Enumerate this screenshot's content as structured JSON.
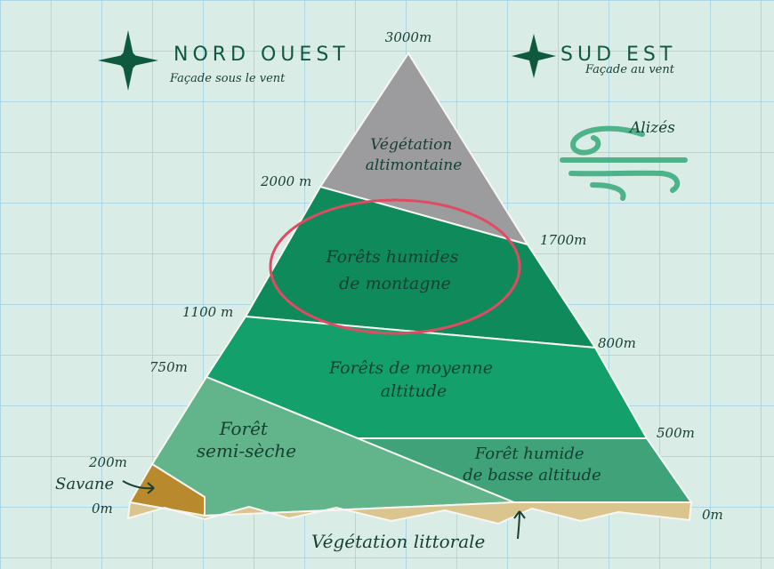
{
  "colors": {
    "background": "#d9ece6",
    "grid": "#9fd0e5",
    "gray_zone": "#9c9b9d",
    "dark_green": "#0f8a5a",
    "mid_green": "#14a06a",
    "light_green": "#62b58a",
    "teal_green": "#3fa279",
    "savanna": "#b98a2d",
    "sand": "#d9c58d",
    "highlight_circle": "#e04b63",
    "wind": "#4fb38a",
    "compass": "#0f5a3f"
  },
  "header": {
    "nw_title": "NORD OUEST",
    "nw_subtitle": "Façade sous le vent",
    "se_title": "SUD EST",
    "se_subtitle": "Façade au vent",
    "wind_label": "Alizés",
    "summit_label": "3000m"
  },
  "altitudes": {
    "left": [
      "2000 m",
      "1100 m",
      "750m",
      "200m",
      "0m"
    ],
    "right": [
      "1700m",
      "800m",
      "500m",
      "0m"
    ]
  },
  "zones": {
    "altimontaine": [
      "Végétation",
      "altimontaine"
    ],
    "montagne": [
      "Forêts humides",
      "de montagne"
    ],
    "moyenne": [
      "Forêts de moyenne",
      "altitude"
    ],
    "semi_seche": [
      "Forêt",
      "semi-sèche"
    ],
    "basse": [
      "Forêt humide",
      "de basse altitude"
    ],
    "savane": "Savane",
    "littorale": "Végétation littorale"
  }
}
